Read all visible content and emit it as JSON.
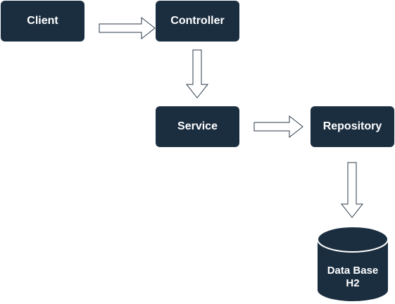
{
  "diagram": {
    "nodes": {
      "client": "Client",
      "controller": "Controller",
      "service": "Service",
      "repository": "Repository",
      "database_line1": "Data Base",
      "database_line2": "H2"
    },
    "edges": [
      {
        "from": "Client",
        "to": "Controller"
      },
      {
        "from": "Controller",
        "to": "Service"
      },
      {
        "from": "Service",
        "to": "Repository"
      },
      {
        "from": "Repository",
        "to": "Data Base H2"
      }
    ],
    "colors": {
      "node_fill": "#1b2e40",
      "node_text": "#ffffff",
      "arrow_stroke": "#2b3a4a",
      "arrow_fill": "#ffffff"
    }
  }
}
